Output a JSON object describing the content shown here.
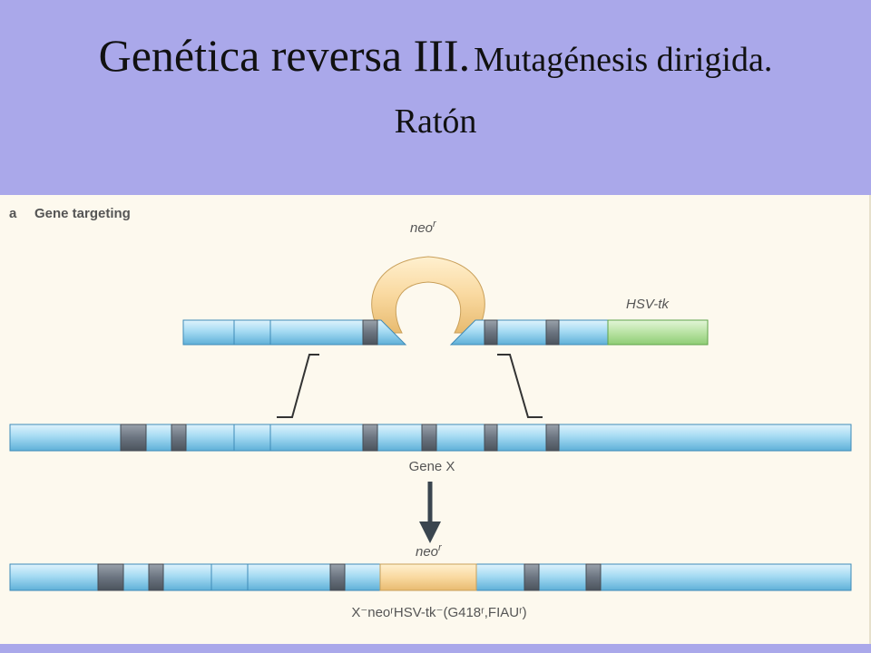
{
  "slide": {
    "title_main": "Genética reversa III.",
    "title_sub": "Mutagénesis dirigida.",
    "title_line2": "Ratón"
  },
  "figure": {
    "panel_letter": "a",
    "panel_title": "Gene targeting",
    "neo_label_top": "neo",
    "neo_sup_top": "r",
    "hsv_label": "HSV-tk",
    "gene_label": "Gene X",
    "neo_label_bottom": "neo",
    "neo_sup_bottom": "r",
    "result_label": "X⁻neoʳHSV-tk⁻(G418ʳ,FIAUʳ)"
  },
  "colors": {
    "dna_blue": "#a6dbf3",
    "exon_gray": "#6b7480",
    "neo_orange": "#f9d9a0",
    "hsv_green": "#b9e3a4",
    "arrow": "#3a454f"
  }
}
